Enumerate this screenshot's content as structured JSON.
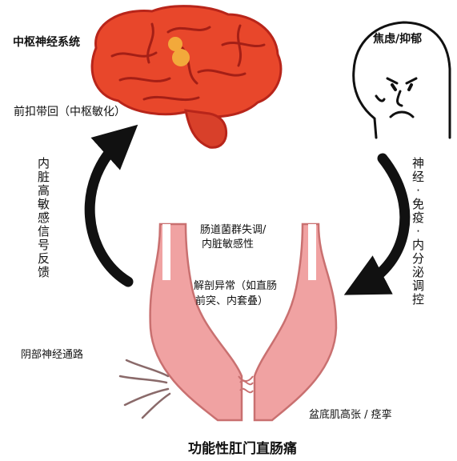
{
  "labels": {
    "cns": "中枢神经系统",
    "acc": "前扣带回（中枢敏化）",
    "anxiety": "焦虑/抑郁",
    "left_loop": "内脏高敏感信号反馈",
    "right_loop": "神经·免疫·内分泌调控",
    "dysbiosis_1": "肠道菌群失调/",
    "dysbiosis_2": "内脏敏感性",
    "anatomy_1": "解剖异常（如直肠",
    "anatomy_2": "前突、内套叠）",
    "pudendal": "阴部神经通路",
    "pelvic": "盆底肌高张 / 痉挛",
    "title": "功能性肛门直肠痛"
  },
  "colors": {
    "brain": "#e8472b",
    "brain_dark": "#b8251a",
    "acc_highlight": "#f2a93b",
    "tissue": "#f0a2a2",
    "tissue_dark": "#c97070",
    "arrow": "#111111"
  },
  "icons": [
    "brain-icon",
    "anxious-face-icon",
    "rectum-anatomy-icon"
  ]
}
